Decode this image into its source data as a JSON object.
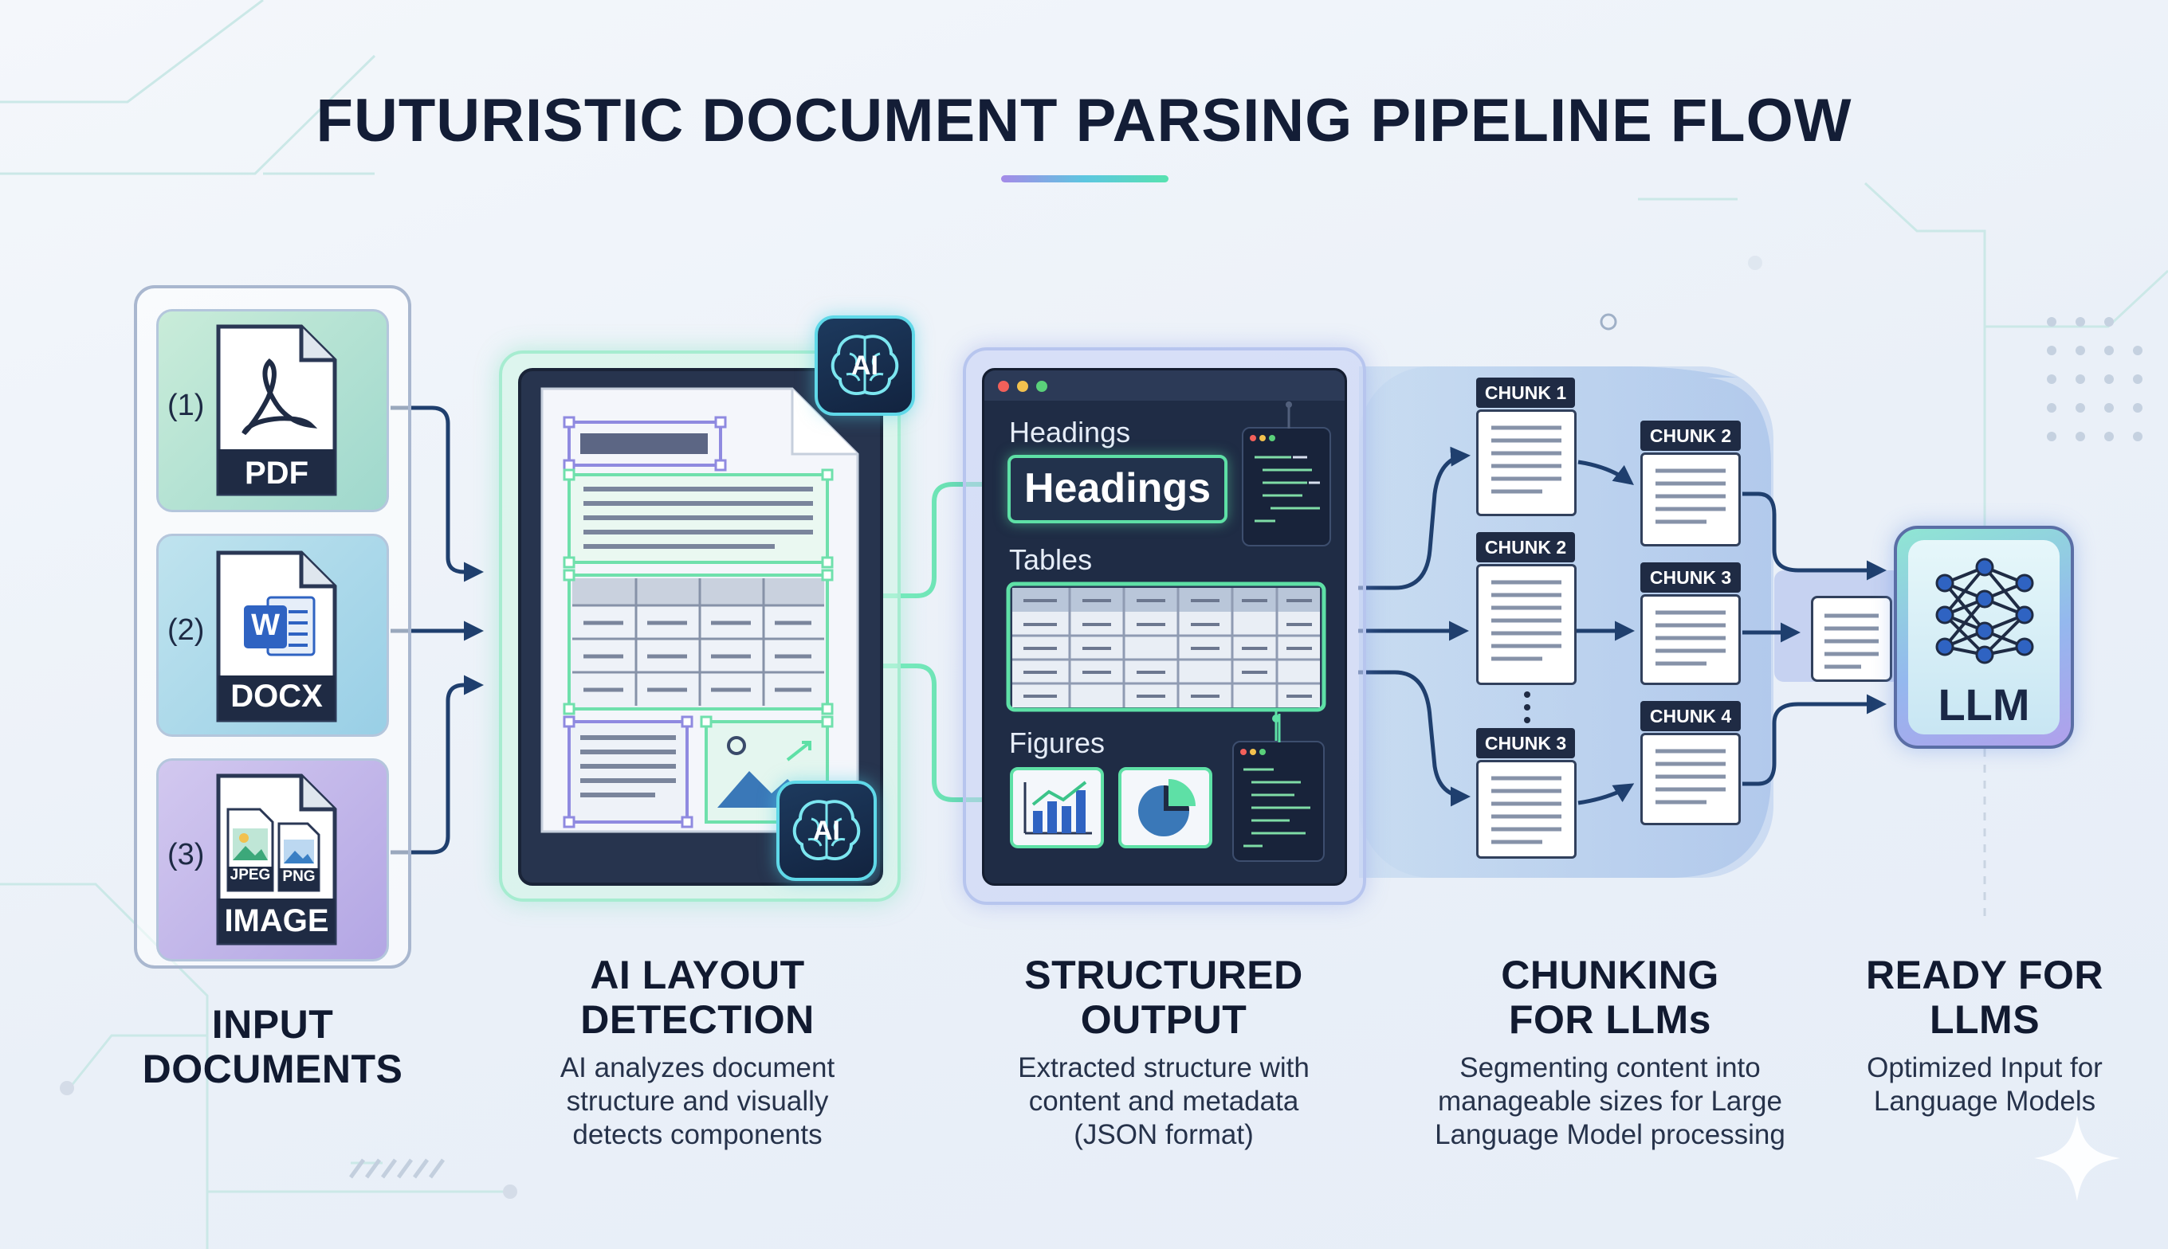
{
  "title": "FUTURISTIC DOCUMENT PARSING PIPELINE FLOW",
  "input": {
    "stage_title_line1": "INPUT",
    "stage_title_line2": "DOCUMENTS",
    "documents": [
      {
        "number": "(1)",
        "label": "PDF",
        "icon": "pdf-icon"
      },
      {
        "number": "(2)",
        "label": "DOCX",
        "icon": "word-icon",
        "icon_letter": "W"
      },
      {
        "number": "(3)",
        "label": "IMAGE",
        "icon": "image-icon",
        "sub_labels": [
          "JPEG",
          "PNG"
        ]
      }
    ]
  },
  "layout": {
    "stage_title_line1": "AI LAYOUT",
    "stage_title_line2": "DETECTION",
    "desc_lines": [
      "AI analyzes document",
      "structure and visually",
      "detects components"
    ],
    "badge_text": "AI"
  },
  "structured": {
    "stage_title_line1": "STRUCTURED",
    "stage_title_line2": "OUTPUT",
    "desc_lines": [
      "Extracted structure with",
      "content and metadata",
      "(JSON format)"
    ],
    "headings_label": "Headings",
    "headings_big": "Headings",
    "tables_label": "Tables",
    "figures_label": "Figures"
  },
  "chunking": {
    "stage_title_line1": "CHUNKING",
    "stage_title_line2": "FOR LLMs",
    "desc_lines": [
      "Segmenting content into",
      "manageable sizes for Large",
      "Language Model processing"
    ],
    "column1": [
      "CHUNK 1",
      "CHUNK 2",
      "CHUNK 3"
    ],
    "column2": [
      "CHUNK 2",
      "CHUNK 3",
      "CHUNK 4"
    ]
  },
  "ready": {
    "stage_title_line1": "READY FOR",
    "stage_title_line2": "LLMS",
    "desc_lines": [
      "Optimized Input for",
      "Language Models"
    ],
    "llm_label": "LLM"
  },
  "colors": {
    "navy": "#1f2b44",
    "accent_green": "#5ee0a6",
    "accent_cyan": "#5fd8e8",
    "accent_purple": "#a58ae8",
    "arrow": "#1f3f6e"
  }
}
